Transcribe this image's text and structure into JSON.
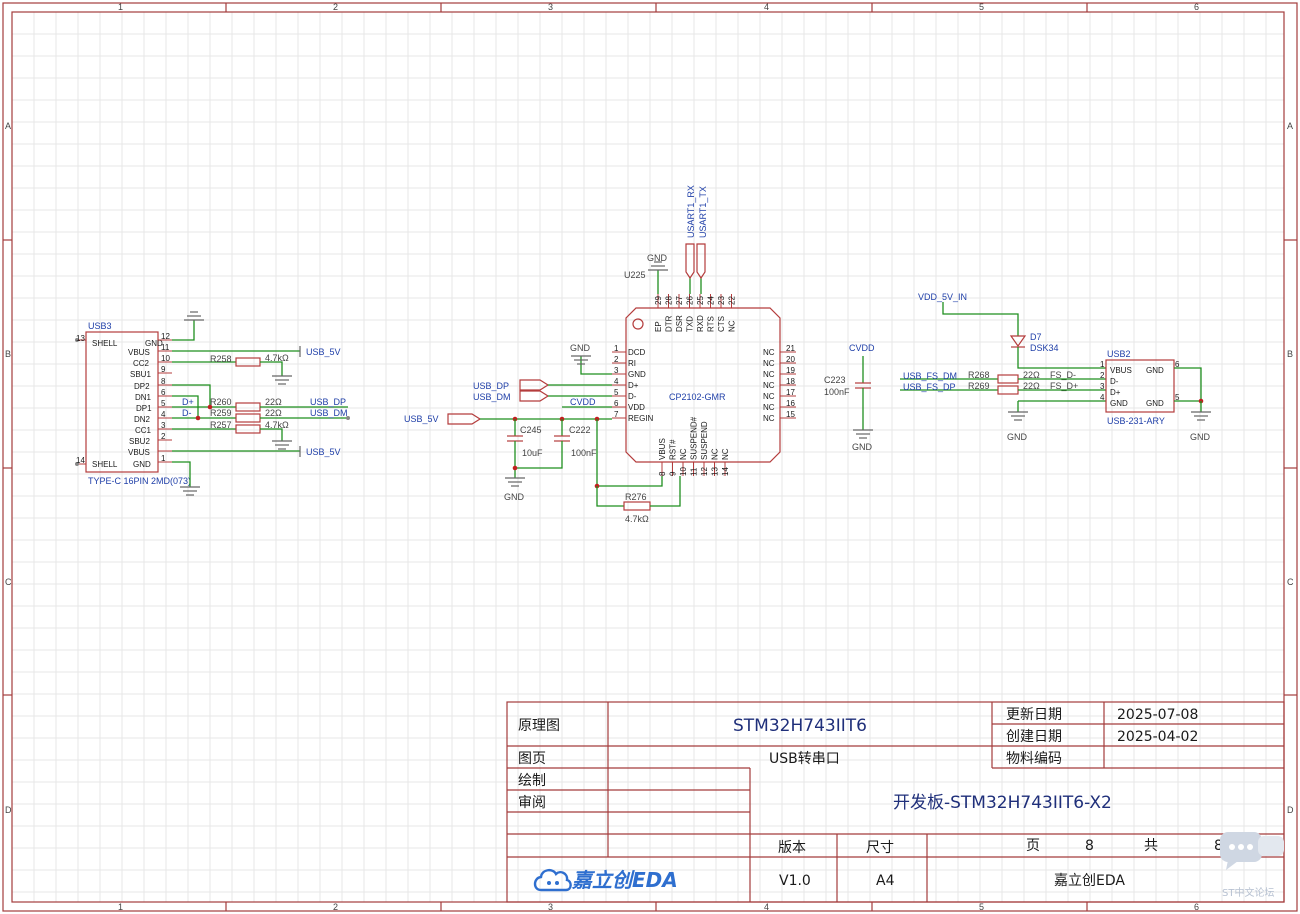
{
  "grid_cols": [
    "1",
    "2",
    "3",
    "4",
    "5",
    "6"
  ],
  "grid_rows": [
    "A",
    "B",
    "C",
    "D"
  ],
  "title_block": {
    "schematic_label": "原理图",
    "project": "STM32H743IIT6",
    "update_date_label": "更新日期",
    "update_date": "2025-07-08",
    "create_date_label": "创建日期",
    "create_date": "2025-04-02",
    "page_label": "图页",
    "page_name": "USB转串口",
    "material_label": "物料编码",
    "drawn_label": "绘制",
    "review_label": "审阅",
    "board_name": "开发板-STM32H743IIT6-X2",
    "version_label": "版本",
    "size_label": "尺寸",
    "page_no_label": "页",
    "page_no": "8",
    "total_label": "共",
    "total": "8",
    "version": "V1.0",
    "size": "A4",
    "vendor": "嘉立创EDA",
    "logo_text": "嘉立创EDA"
  },
  "usb3": {
    "ref": "USB3",
    "footprint": "TYPE-C 16PIN 2MD(073)",
    "left_pins": [
      "SHELL",
      "VBUS",
      "CC2",
      "SBU1",
      "DP2",
      "DN1",
      "DP1",
      "DN2",
      "CC1",
      "SBU2",
      "VBUS",
      "SHELL"
    ],
    "right_pins": [
      "GND",
      "",
      "",
      "",
      "",
      "",
      "",
      "",
      "",
      "",
      "",
      "GND"
    ],
    "pin_nums": [
      "12",
      "11",
      "10",
      "9",
      "8",
      "6",
      "5",
      "4",
      "3",
      "2",
      "1"
    ],
    "top_num": "13",
    "bottom_num": "14",
    "dplus": "D+",
    "dminus": "D-"
  },
  "res_left": {
    "r258": "R258",
    "r258_val": "4.7kΩ",
    "r260": "R260",
    "r260_val": "22Ω",
    "r259": "R259",
    "r259_val": "22Ω",
    "r257": "R257",
    "r257_val": "4.7kΩ"
  },
  "nets": {
    "usb_5v": "USB_5V",
    "usb_dp": "USB_DP",
    "usb_dm": "USB_DM",
    "cvdd": "CVDD",
    "gnd": "GND",
    "usart_rx": "USART1_RX",
    "usart_tx": "USART1_TX",
    "vdd_5v_in": "VDD_5V_IN",
    "usb_fs_dm": "USB_FS_DM",
    "usb_fs_dp": "USB_FS_DP",
    "fs_dm": "FS_D-",
    "fs_dp": "FS_D+"
  },
  "cp2102": {
    "ref": "U225",
    "name": "CP2102-GMR",
    "left_pins": [
      "DCD",
      "RI",
      "GND",
      "D+",
      "D-",
      "VDD",
      "REGIN"
    ],
    "left_nums": [
      "1",
      "2",
      "3",
      "4",
      "5",
      "6",
      "7"
    ],
    "right_nums": [
      "21",
      "20",
      "19",
      "18",
      "17",
      "16",
      "15"
    ],
    "right_pin": "NC",
    "top_pins": [
      "EP",
      "DTR",
      "DSR",
      "TXD",
      "RXD",
      "RTS",
      "CTS",
      "NC"
    ],
    "top_nums": [
      "29",
      "28",
      "27",
      "26",
      "25",
      "24",
      "23",
      "22"
    ],
    "bottom_pins": [
      "VBUS",
      "RST#",
      "NC",
      "SUSPEND#",
      "SUSPEND",
      "NC",
      "NC"
    ],
    "bottom_nums": [
      "8",
      "9",
      "10",
      "11",
      "12",
      "13",
      "14"
    ]
  },
  "caps": {
    "c245": "C245",
    "c245_val": "10uF",
    "c222": "C222",
    "c222_val": "100nF",
    "c223": "C223",
    "c223_val": "100nF"
  },
  "r276": {
    "ref": "R276",
    "val": "4.7kΩ"
  },
  "d7": {
    "ref": "D7",
    "val": "DSK34"
  },
  "usb2": {
    "ref": "USB2",
    "name": "USB-231-ARY",
    "left_pins": [
      "VBUS",
      "D-",
      "D+",
      "GND"
    ],
    "left_nums": [
      "1",
      "2",
      "3",
      "4"
    ],
    "right_pins": [
      "GND",
      "GND"
    ],
    "right_nums": [
      "6",
      "5"
    ],
    "r268": "R268",
    "r268_val": "22Ω",
    "r269": "R269",
    "r269_val": "22Ω"
  },
  "watermark": "ST中文论坛"
}
